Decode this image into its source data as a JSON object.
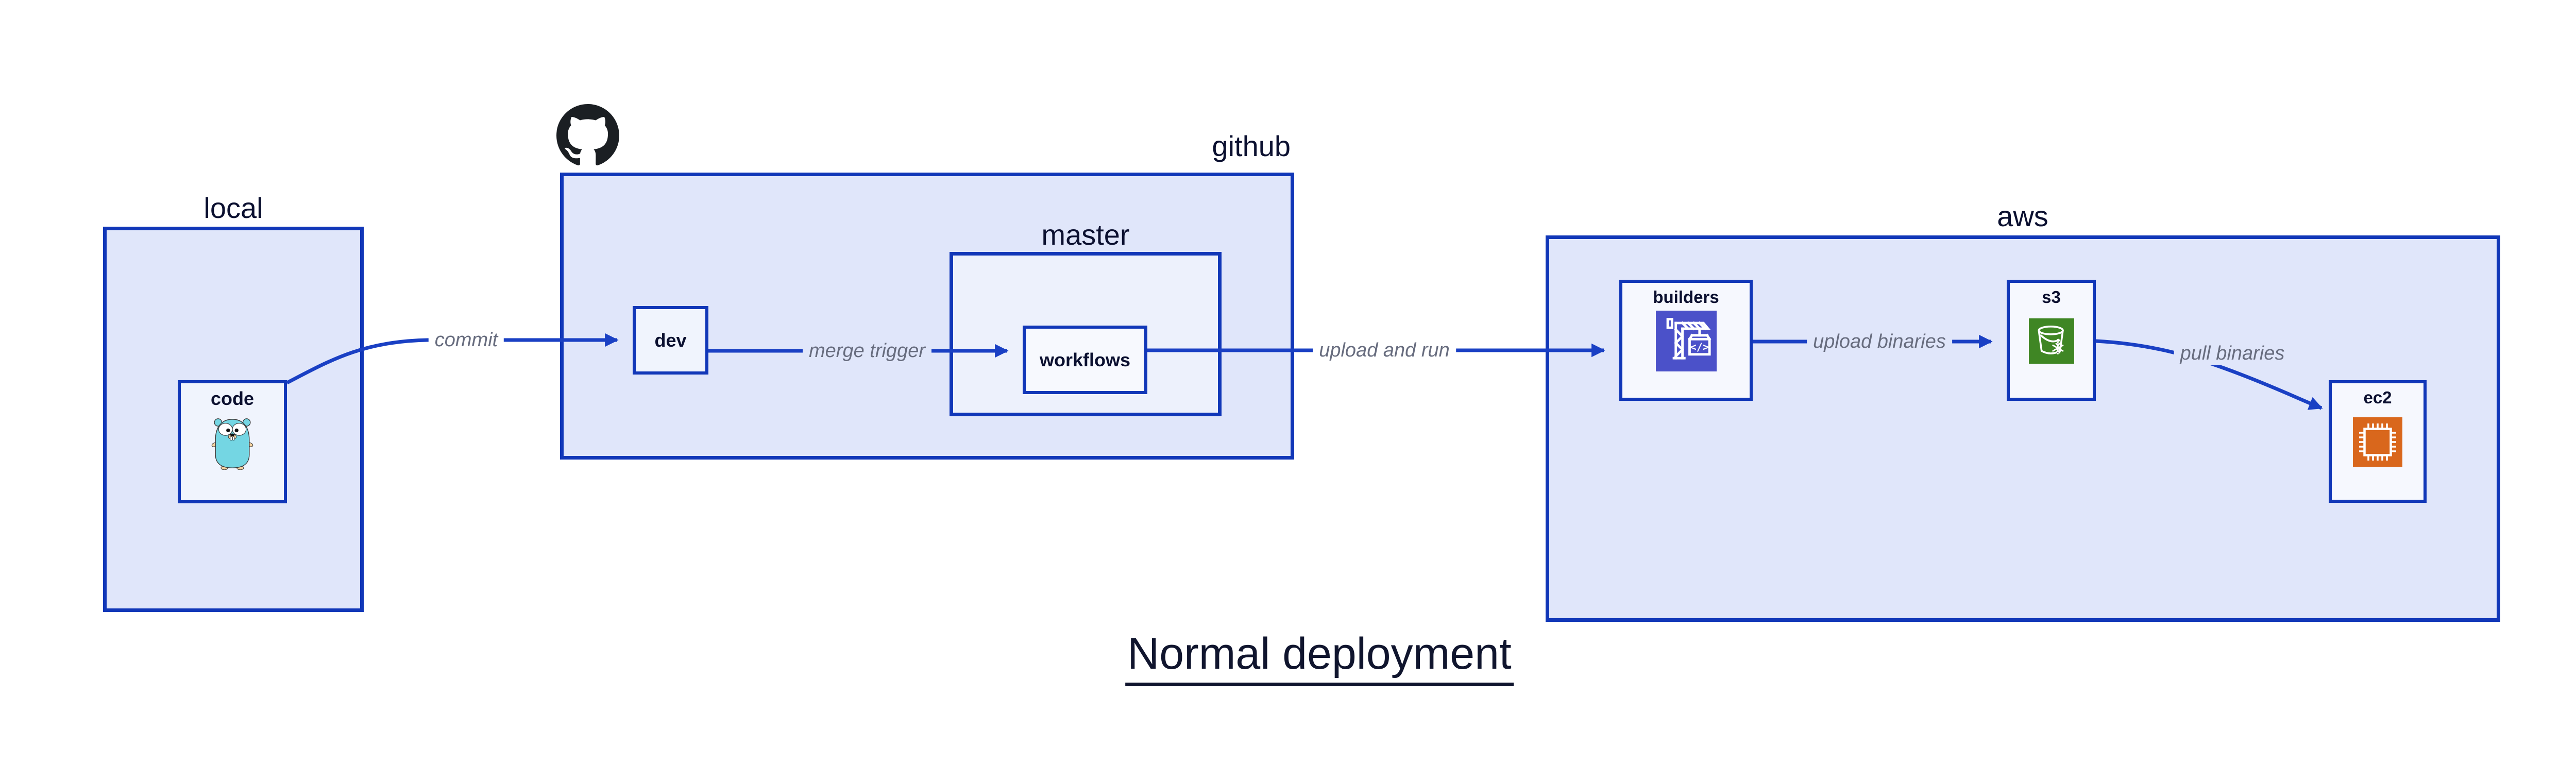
{
  "title": "Normal deployment",
  "containers": {
    "local": "local",
    "github": "github",
    "master": "master",
    "aws": "aws"
  },
  "nodes": {
    "code": "code",
    "dev": "dev",
    "workflows": "workflows",
    "builders": "builders",
    "s3": "s3",
    "ec2": "ec2"
  },
  "edges": {
    "commit": "commit",
    "merge": "merge trigger",
    "upload_run": "upload and run",
    "upload_bin": "upload binaries",
    "pull_bin": "pull binaries"
  },
  "icons": {
    "github_logo": "github-octocat",
    "code": "go-gopher",
    "builders": "codebuild-crane",
    "s3": "s3-glacier-bucket",
    "ec2": "ec2-chip"
  },
  "icon_text": {
    "codebuild_code": "</>"
  },
  "colors": {
    "container_border": "#1137b8",
    "edge_blue": "#1a40c4",
    "container_fill": "#e0e6fa",
    "navy_text": "#0b1030",
    "edge_label_gray": "#676c7e",
    "codebuild_purple": "#4b51c9",
    "glacier_green": "#3f8624",
    "ec2_orange": "#d9671c",
    "gopher_teal": "#74d6e3",
    "gopher_skin": "#f7d3a0",
    "octocat_black": "#1b1f23"
  }
}
